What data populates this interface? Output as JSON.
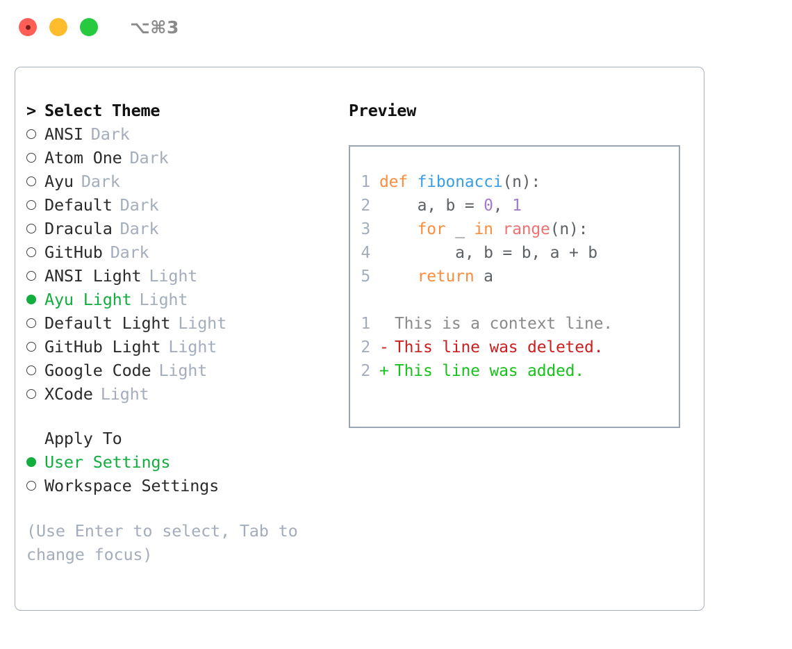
{
  "titlebar": {
    "shortcut": "⌥⌘3",
    "lights": [
      "close-red",
      "minimize-yellow",
      "zoom-green"
    ]
  },
  "left": {
    "heading": {
      "caret": ">",
      "label": "Select Theme"
    },
    "themes": [
      {
        "marker": "radio-open",
        "name": "ANSI",
        "tag": "Dark",
        "selected": false
      },
      {
        "marker": "radio-open",
        "name": "Atom One",
        "tag": "Dark",
        "selected": false
      },
      {
        "marker": "radio-open",
        "name": "Ayu",
        "tag": "Dark",
        "selected": false
      },
      {
        "marker": "radio-open",
        "name": "Default",
        "tag": "Dark",
        "selected": false
      },
      {
        "marker": "radio-open",
        "name": "Dracula",
        "tag": "Dark",
        "selected": false
      },
      {
        "marker": "radio-open",
        "name": "GitHub",
        "tag": "Dark",
        "selected": false
      },
      {
        "marker": "radio-open",
        "name": "ANSI Light",
        "tag": "Light",
        "selected": false
      },
      {
        "marker": "radio-filled",
        "name": "Ayu Light",
        "tag": "Light",
        "selected": true
      },
      {
        "marker": "radio-open",
        "name": "Default Light",
        "tag": "Light",
        "selected": false
      },
      {
        "marker": "radio-open",
        "name": "GitHub Light",
        "tag": "Light",
        "selected": false
      },
      {
        "marker": "radio-open",
        "name": "Google Code",
        "tag": "Light",
        "selected": false
      },
      {
        "marker": "radio-open",
        "name": "XCode",
        "tag": "Light",
        "selected": false
      }
    ],
    "apply_to": {
      "heading": "Apply To",
      "options": [
        {
          "marker": "radio-filled",
          "name": "User Settings",
          "selected": true
        },
        {
          "marker": "radio-open",
          "name": "Workspace Settings",
          "selected": false
        }
      ]
    },
    "hint": "(Use Enter to select, Tab to change focus)"
  },
  "right": {
    "preview_title": "Preview",
    "code": [
      {
        "lineno": "1",
        "tokens": [
          {
            "t": "def",
            "c": "kw"
          },
          {
            "t": " ",
            "c": "plain"
          },
          {
            "t": "fibonacci",
            "c": "fn"
          },
          {
            "t": "(n):",
            "c": "plain"
          }
        ]
      },
      {
        "lineno": "2",
        "tokens": [
          {
            "t": "    a, b = ",
            "c": "plain"
          },
          {
            "t": "0",
            "c": "num"
          },
          {
            "t": ", ",
            "c": "plain"
          },
          {
            "t": "1",
            "c": "num"
          }
        ]
      },
      {
        "lineno": "3",
        "tokens": [
          {
            "t": "    ",
            "c": "plain"
          },
          {
            "t": "for",
            "c": "kw"
          },
          {
            "t": " _ ",
            "c": "plain"
          },
          {
            "t": "in",
            "c": "kw"
          },
          {
            "t": " ",
            "c": "plain"
          },
          {
            "t": "range",
            "c": "call"
          },
          {
            "t": "(n):",
            "c": "plain"
          }
        ]
      },
      {
        "lineno": "4",
        "tokens": [
          {
            "t": "        a, b = b, a + b",
            "c": "plain"
          }
        ]
      },
      {
        "lineno": "5",
        "tokens": [
          {
            "t": "    ",
            "c": "plain"
          },
          {
            "t": "return",
            "c": "kw"
          },
          {
            "t": " a",
            "c": "plain"
          }
        ]
      }
    ],
    "diff": [
      {
        "lineno": "1",
        "sign": " ",
        "text": "This is a context line.",
        "kind": "context"
      },
      {
        "lineno": "2",
        "sign": "-",
        "text": "This line was deleted.",
        "kind": "deleted"
      },
      {
        "lineno": "2",
        "sign": "+",
        "text": "This line was added.",
        "kind": "added"
      }
    ]
  },
  "colors": {
    "accent_green": "#14ad3f",
    "muted": "#a3adbb",
    "keyword": "#fa8d3e",
    "function": "#399ee6",
    "number": "#a37acc",
    "call": "#f07171",
    "diff_deleted": "#cc1f1f",
    "diff_added": "#18c21c",
    "border": "#9aa5b4"
  }
}
